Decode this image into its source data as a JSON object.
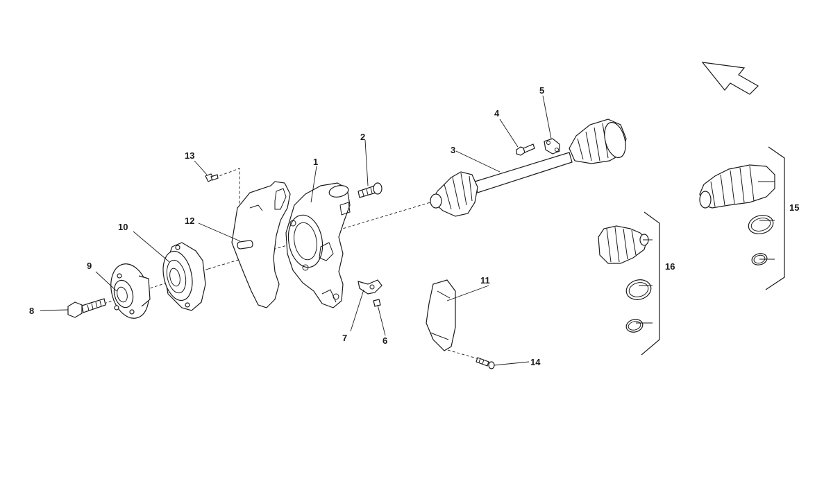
{
  "callouts": {
    "c1": "1",
    "c2": "2",
    "c3": "3",
    "c4": "4",
    "c5": "5",
    "c6": "6",
    "c7": "7",
    "c8": "8",
    "c9": "9",
    "c10": "10",
    "c11": "11",
    "c12": "12",
    "c13": "13",
    "c14": "14",
    "c15": "15",
    "c16": "16"
  },
  "icons": {
    "orientation": "direction-arrow-icon"
  }
}
